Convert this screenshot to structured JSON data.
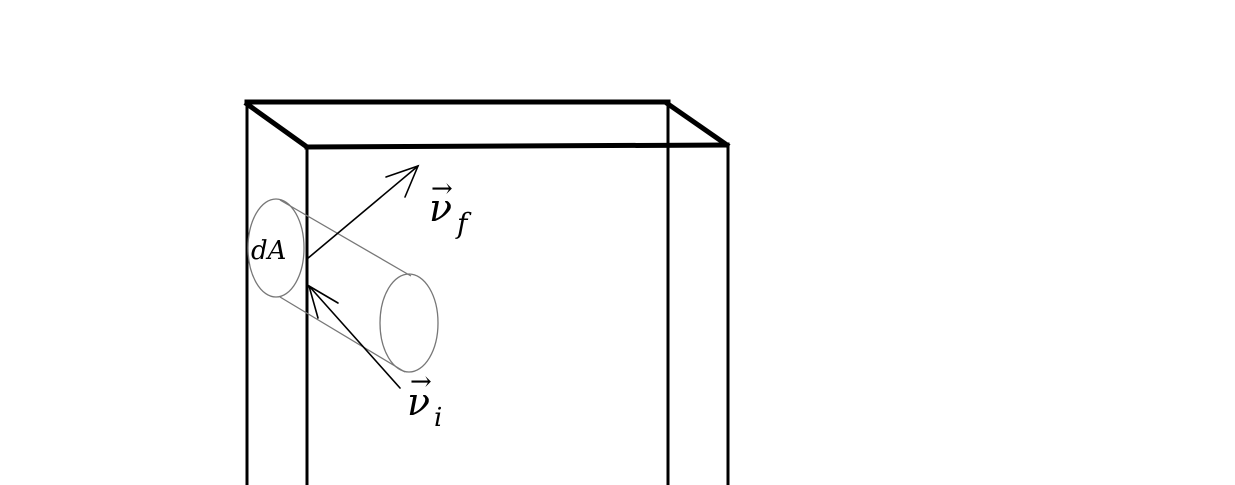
{
  "labels": {
    "area": "dA",
    "final_velocity_symbol": "ν",
    "final_velocity_subscript": "f",
    "initial_velocity_symbol": "ν",
    "initial_velocity_subscript": "i",
    "vector_arrow": "→"
  },
  "colors": {
    "box_stroke": "#000000",
    "cylinder_stroke": "#777777",
    "arrow_stroke": "#000000",
    "background": "#ffffff"
  }
}
